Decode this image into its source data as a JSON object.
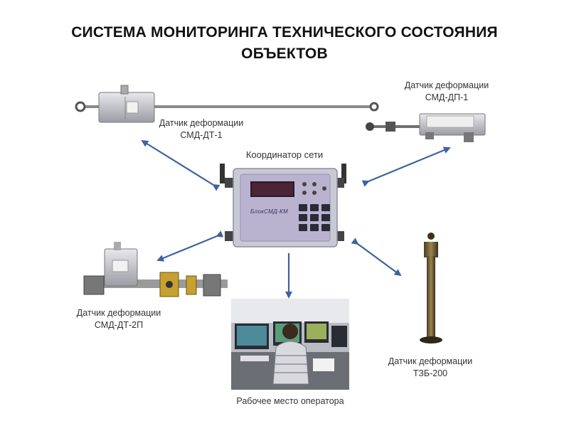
{
  "title": {
    "line1": "СИСТЕМА МОНИТОРИНГА ТЕХНИЧЕСКОГО СОСТОЯНИЯ",
    "line2": "ОБЪЕКТОВ"
  },
  "coordinator": {
    "label": "Координатор сети",
    "device_text": "БлокСМД-КМ"
  },
  "sensors": [
    {
      "line1": "Датчик деформации",
      "line2": "СМД-ДТ-1"
    },
    {
      "line1": "Датчик деформации",
      "line2": "СМД-ДП-1"
    },
    {
      "line1": "Датчик деформации",
      "line2": "СМД-ДТ-2П"
    },
    {
      "line1": "Датчик деформации",
      "line2": "ТЗБ-200"
    }
  ],
  "operator": {
    "label": "Рабочее место оператора"
  },
  "colors": {
    "arrow": "#3f62a0",
    "device_body": "#c9c9d6",
    "device_panel": "#b9b3cf"
  }
}
